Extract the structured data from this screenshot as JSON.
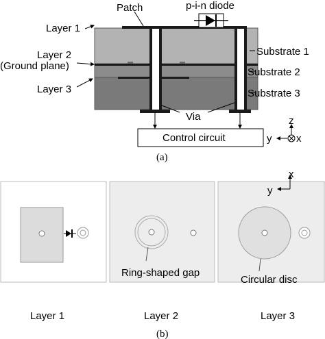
{
  "part_a": {
    "caption": "(a)",
    "labels": {
      "patch": "Patch",
      "diode": "p-i-n diode",
      "layer1": "Layer 1",
      "layer2": "Layer 2",
      "ground_plane": "(Ground plane)",
      "layer3": "Layer 3",
      "substrate1": "Substrate 1",
      "substrate2": "Substrate 2",
      "substrate3": "Substrate 3",
      "via": "Via",
      "control_circuit": "Control circuit"
    },
    "axes": {
      "z": "z",
      "y": "y",
      "x": "x"
    }
  },
  "part_b": {
    "caption": "(b)",
    "axes": {
      "x": "x",
      "y": "y"
    },
    "panels": [
      {
        "name": "Layer 1",
        "annotation": ""
      },
      {
        "name": "Layer 2",
        "annotation": "Ring-shaped gap"
      },
      {
        "name": "Layer 3",
        "annotation": "Circular disc"
      }
    ]
  },
  "colors": {
    "substrate1": "#b3b3b3",
    "substrate2": "#8c8c8c",
    "substrate3": "#7a7a7a",
    "conductor": "#1a1a1a",
    "panel_fill": "#ededed",
    "patch_fill": "#dcdcdc"
  }
}
